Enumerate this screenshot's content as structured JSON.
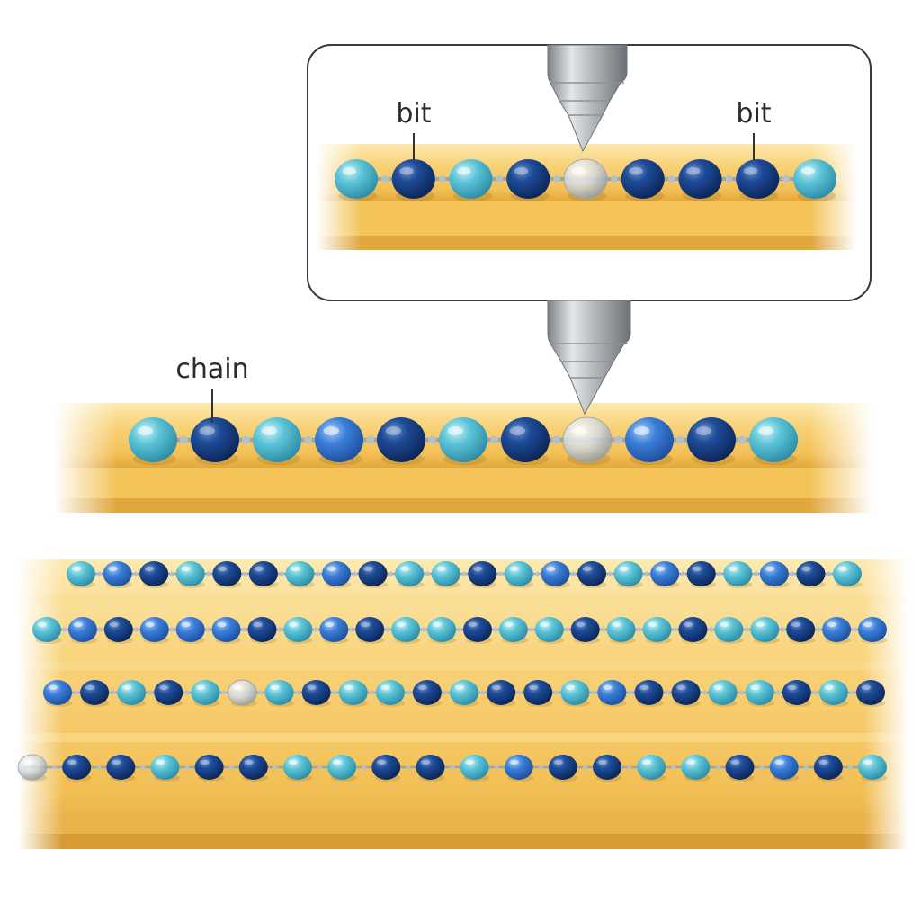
{
  "labels": {
    "inset_left": "bit",
    "inset_right": "bit",
    "main": "chain"
  },
  "colors": {
    "light": "#5cc4d6",
    "mid": "#3a7ed8",
    "dark": "#153f86",
    "empty": "#cfd6dc",
    "substrate_top": "#f7cf6e",
    "substrate_edge": "#e2a83a",
    "probe": "#a9adb2"
  },
  "inset_chain": [
    "L",
    "D",
    "L",
    "D",
    "E",
    "D",
    "D",
    "D",
    "L"
  ],
  "main_chain": [
    "L",
    "D",
    "L",
    "M",
    "D",
    "L",
    "D",
    "E",
    "M",
    "D",
    "L"
  ],
  "rows": [
    [
      "L",
      "M",
      "D",
      "L",
      "D",
      "D",
      "L",
      "M",
      "D",
      "L",
      "L",
      "D",
      "L",
      "M",
      "D",
      "L",
      "M",
      "D",
      "L",
      "M",
      "D",
      "L"
    ],
    [
      "L",
      "M",
      "D",
      "M",
      "M",
      "M",
      "D",
      "L",
      "M",
      "D",
      "L",
      "L",
      "D",
      "L",
      "L",
      "D",
      "L",
      "L",
      "D",
      "L",
      "L",
      "D",
      "M",
      "M"
    ],
    [
      "M",
      "D",
      "L",
      "D",
      "L",
      "E",
      "L",
      "D",
      "L",
      "L",
      "D",
      "L",
      "D",
      "D",
      "L",
      "M",
      "D",
      "D",
      "L",
      "L",
      "D",
      "L",
      "D"
    ],
    [
      "E",
      "D",
      "D",
      "L",
      "D",
      "D",
      "L",
      "L",
      "D",
      "D",
      "L",
      "M",
      "D",
      "D",
      "L",
      "L",
      "D",
      "M",
      "D",
      "L"
    ]
  ]
}
